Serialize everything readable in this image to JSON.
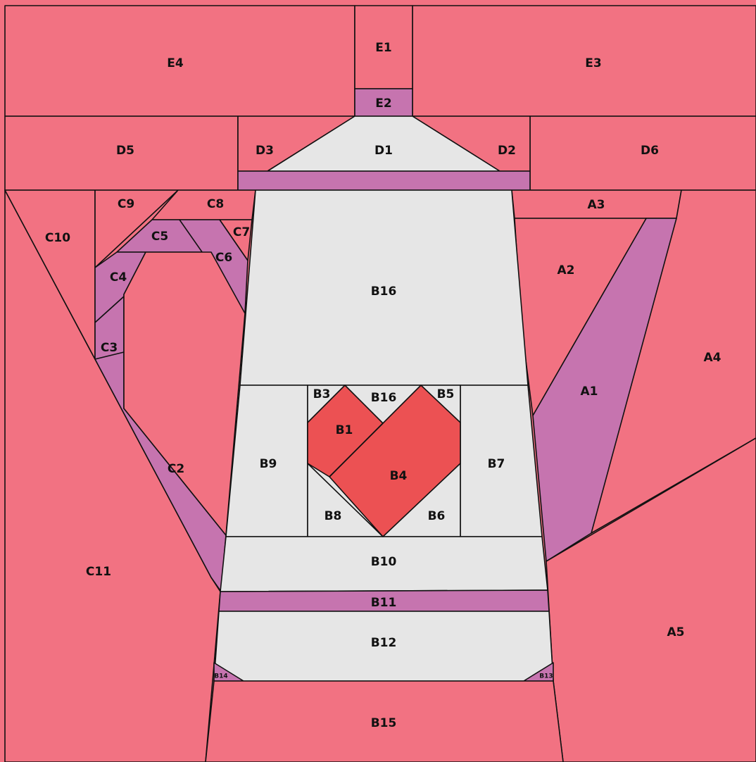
{
  "colors": {
    "pink": "#F27282",
    "purple": "#C674AF",
    "light": "#E6E6E6",
    "red": "#EC5153",
    "outline": "#111111"
  },
  "labels": {
    "E1": "E1",
    "E2": "E2",
    "E3": "E3",
    "E4": "E4",
    "D1": "D1",
    "D2": "D2",
    "D3": "D3",
    "D5": "D5",
    "D6": "D6",
    "C2": "C2",
    "C3": "C3",
    "C4": "C4",
    "C5": "C5",
    "C6": "C6",
    "C7": "C7",
    "C8": "C8",
    "C9": "C9",
    "C10": "C10",
    "C11": "C11",
    "A1": "A1",
    "A2": "A2",
    "A3": "A3",
    "A4": "A4",
    "A5": "A5",
    "B1": "B1",
    "B3": "B3",
    "B4": "B4",
    "B5": "B5",
    "B6": "B6",
    "B7": "B7",
    "B8": "B8",
    "B9": "B9",
    "B10": "B10",
    "B11": "B11",
    "B12": "B12",
    "B13": "B13",
    "B14": "B14",
    "B15": "B15",
    "B16": "B16",
    "B16b": "B16"
  }
}
